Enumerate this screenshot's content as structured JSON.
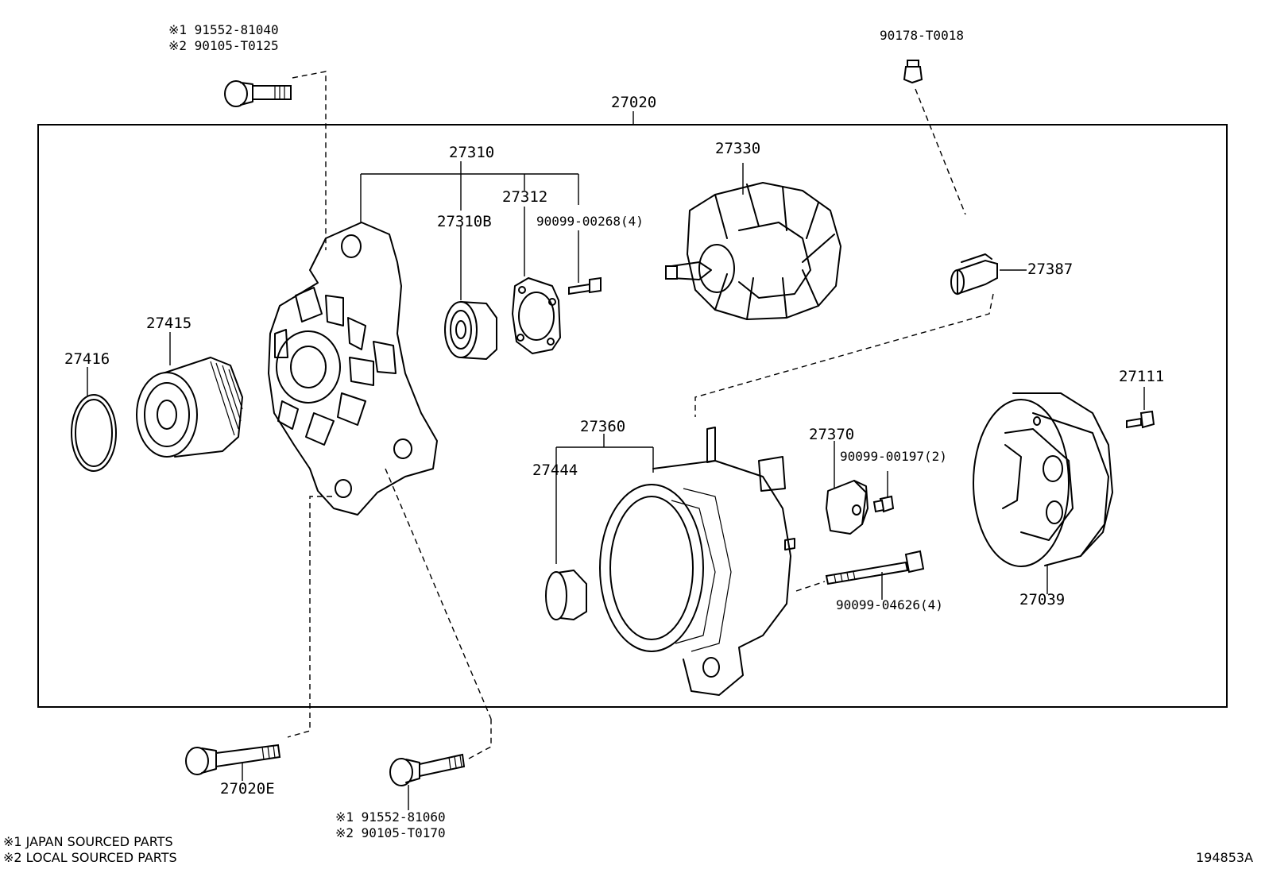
{
  "labels": {
    "assembly": "27020",
    "bolt_top_left_1": "※1 91552-81040",
    "bolt_top_left_2": "※2 90105-T0125",
    "nut_top_right": "90178-T0018",
    "frame_set": "27310",
    "bearing": "27310B",
    "retainer": "27312",
    "retainer_screw": "90099-00268(4)",
    "rotor": "27330",
    "insulator": "27387",
    "pulley": "27415",
    "ring": "27416",
    "stator_set": "27360",
    "collar": "27444",
    "brush_holder": "27370",
    "brush_screw": "90099-00197(2)",
    "through_bolt": "90099-04626(4)",
    "rear_cover": "27039",
    "cover_bolt": "27111",
    "bolt_bottom_left": "27020E",
    "bolt_bottom_mid_1": "※1 91552-81060",
    "bolt_bottom_mid_2": "※2 90105-T0170"
  },
  "notes": {
    "japan": "※1 JAPAN SOURCED PARTS",
    "local": "※2 LOCAL SOURCED PARTS"
  },
  "figure_id": "194853A"
}
